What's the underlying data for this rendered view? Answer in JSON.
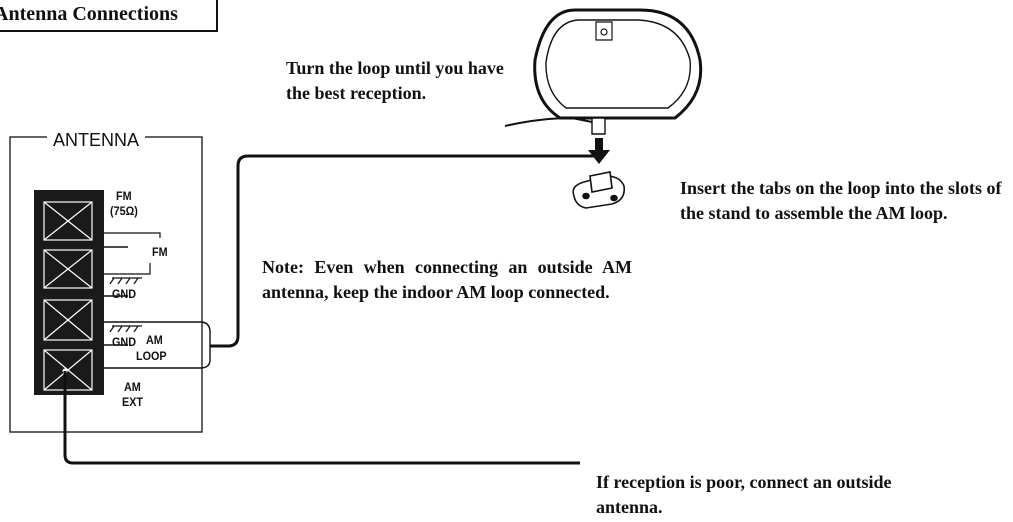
{
  "title": "Antenna Connections",
  "captions": {
    "loop": "Turn the loop until you have the best reception.",
    "insert": "Insert the tabs on the loop into the slots of the stand to assemble the AM loop.",
    "note_label": "Note:",
    "note_text": " Even when connecting an outside AM antenna, keep the indoor AM loop connected.",
    "poor": "If reception is poor, connect an outside antenna."
  },
  "panel": {
    "label": "ANTENNA",
    "terminals": {
      "fm_top": "FM",
      "fm_ohm": "(75Ω)",
      "fm_mid": "FM",
      "gnd1": "GND",
      "gnd2": "GND",
      "am": "AM",
      "loop": "LOOP",
      "am_ext": "AM",
      "ext": "EXT"
    }
  }
}
